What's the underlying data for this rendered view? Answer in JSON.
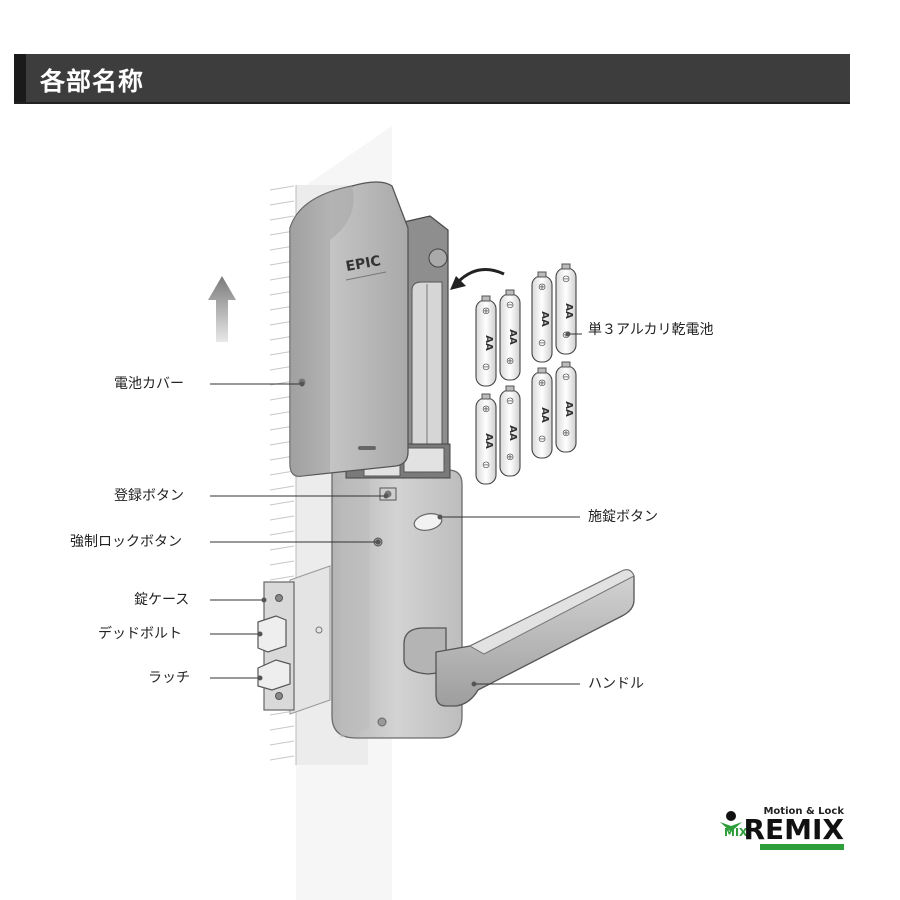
{
  "header": {
    "title": "各部名称"
  },
  "product": {
    "brand": "EPIC"
  },
  "battery": {
    "type_label": "AA"
  },
  "labels": {
    "battery_cover": "電池カバー",
    "registration_button": "登録ボタン",
    "forced_lock_button": "強制ロックボタン",
    "lock_case": "錠ケース",
    "deadbolt": "デッドボルト",
    "latch": "ラッチ",
    "batteries": "単３アルカリ乾電池",
    "lock_button": "施錠ボタン",
    "handle": "ハンドル"
  },
  "logo": {
    "tagline": "Motion & Lock",
    "mix": "MIX",
    "brand": "REMIX",
    "brand_color": "#2e9e3a"
  },
  "colors": {
    "header_bg": "#3d3d3d",
    "lock_body": "#c9c9c9",
    "cover": "#b3b3b3"
  }
}
